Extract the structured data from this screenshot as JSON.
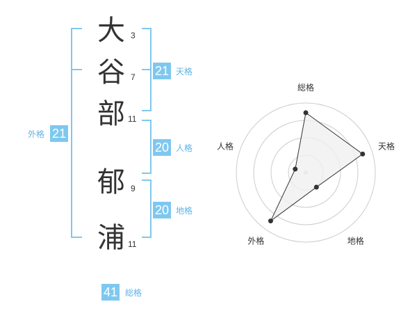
{
  "name": {
    "surname": [
      {
        "char": "大",
        "strokes": "3"
      },
      {
        "char": "谷",
        "strokes": "7"
      },
      {
        "char": "部",
        "strokes": "11"
      }
    ],
    "given": [
      {
        "char": "郁",
        "strokes": "9"
      },
      {
        "char": "浦",
        "strokes": "11"
      }
    ]
  },
  "fortunes": {
    "tenkaku": {
      "label": "天格",
      "value": "21"
    },
    "jinkaku": {
      "label": "人格",
      "value": "20"
    },
    "chikaku": {
      "label": "地格",
      "value": "20"
    },
    "gaikaku": {
      "label": "外格",
      "value": "21"
    },
    "soukaku": {
      "label": "総格",
      "value": "41"
    }
  },
  "chart_data": {
    "type": "radar",
    "axes": [
      "総格",
      "天格",
      "地格",
      "外格",
      "人格"
    ],
    "levels": 4,
    "values": [
      4.3,
      4.3,
      1.3,
      4.3,
      0.8
    ],
    "max": 5,
    "colors": {
      "fill": "#f0f0f0",
      "stroke": "#333333",
      "grid": "#cccccc",
      "center": "#cccccc"
    }
  },
  "colors": {
    "accent": "#7ec8f0",
    "accent_text": "#5fb4e6"
  }
}
